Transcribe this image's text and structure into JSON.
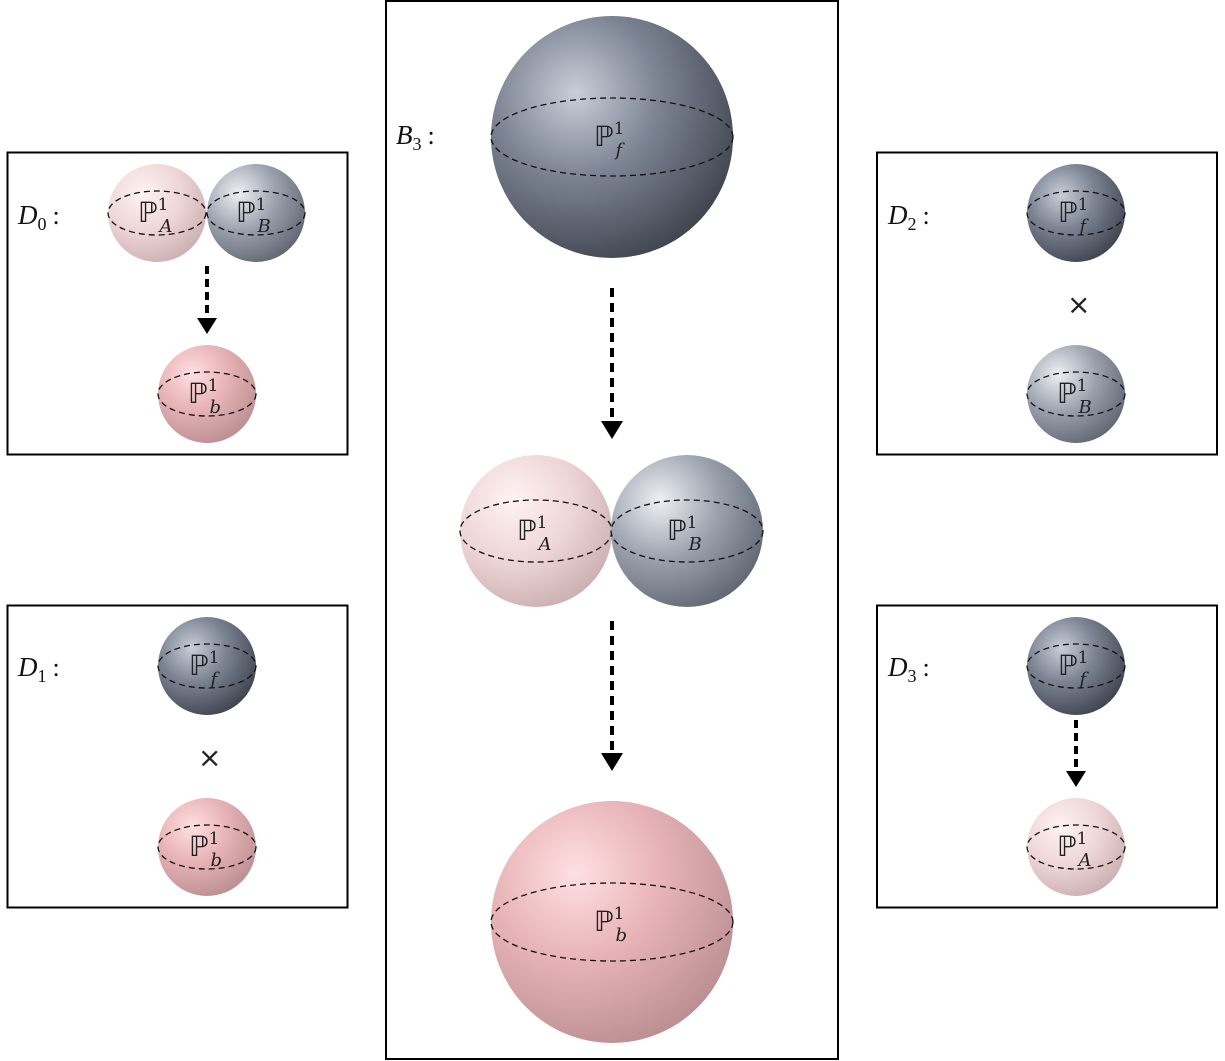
{
  "colors": {
    "pink_sphere": "#e7a6aa",
    "light_pink_sphere": "#efd0d1",
    "gray_sphere": "#7e8694",
    "dark_gray_sphere": "#4a505c",
    "frame": "#000000"
  },
  "panels": {
    "d0": {
      "label": "D",
      "label_sub": "0",
      "colon": ":",
      "top_left": {
        "base": "ℙ",
        "sup": "1",
        "sub": "A"
      },
      "top_right": {
        "base": "ℙ",
        "sup": "1",
        "sub": "B"
      },
      "bottom": {
        "base": "ℙ",
        "sup": "1",
        "sub": "b"
      }
    },
    "d1": {
      "label": "D",
      "label_sub": "1",
      "colon": ":",
      "top": {
        "base": "ℙ",
        "sup": "1",
        "sub": "f"
      },
      "times": "×",
      "bottom": {
        "base": "ℙ",
        "sup": "1",
        "sub": "b"
      }
    },
    "b3": {
      "label": "B",
      "label_sub": "3",
      "colon": ":",
      "top": {
        "base": "ℙ",
        "sup": "1",
        "sub": "f"
      },
      "middle_left": {
        "base": "ℙ",
        "sup": "1",
        "sub": "A"
      },
      "middle_right": {
        "base": "ℙ",
        "sup": "1",
        "sub": "B"
      },
      "bottom": {
        "base": "ℙ",
        "sup": "1",
        "sub": "b"
      }
    },
    "d2": {
      "label": "D",
      "label_sub": "2",
      "colon": ":",
      "top": {
        "base": "ℙ",
        "sup": "1",
        "sub": "f"
      },
      "times": "×",
      "bottom": {
        "base": "ℙ",
        "sup": "1",
        "sub": "B"
      }
    },
    "d3": {
      "label": "D",
      "label_sub": "3",
      "colon": ":",
      "top": {
        "base": "ℙ",
        "sup": "1",
        "sub": "f"
      },
      "bottom": {
        "base": "ℙ",
        "sup": "1",
        "sub": "A"
      }
    }
  }
}
